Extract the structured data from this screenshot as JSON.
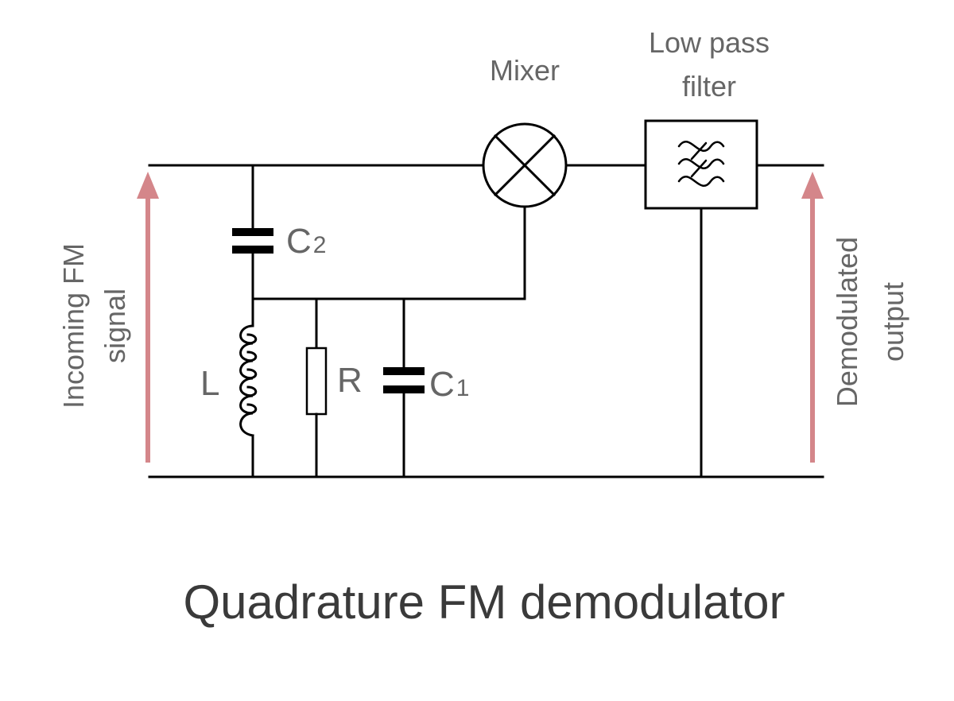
{
  "title": "Quadrature FM demodulator",
  "labels": {
    "mixer": "Mixer",
    "low_pass_filter": [
      "Low pass",
      "filter"
    ],
    "input_signal": [
      "Incoming FM",
      "signal"
    ],
    "output_signal": [
      "Demodulated",
      "output"
    ]
  },
  "components": {
    "c2": {
      "letter": "C",
      "subscript": "2"
    },
    "c1": {
      "letter": "C",
      "subscript": "1"
    },
    "inductor": "L",
    "resistor": "R"
  },
  "colors": {
    "wire": "#000000",
    "arrow": "#d4868a",
    "label_text": "#666666",
    "title_text": "#3a3a3a"
  }
}
